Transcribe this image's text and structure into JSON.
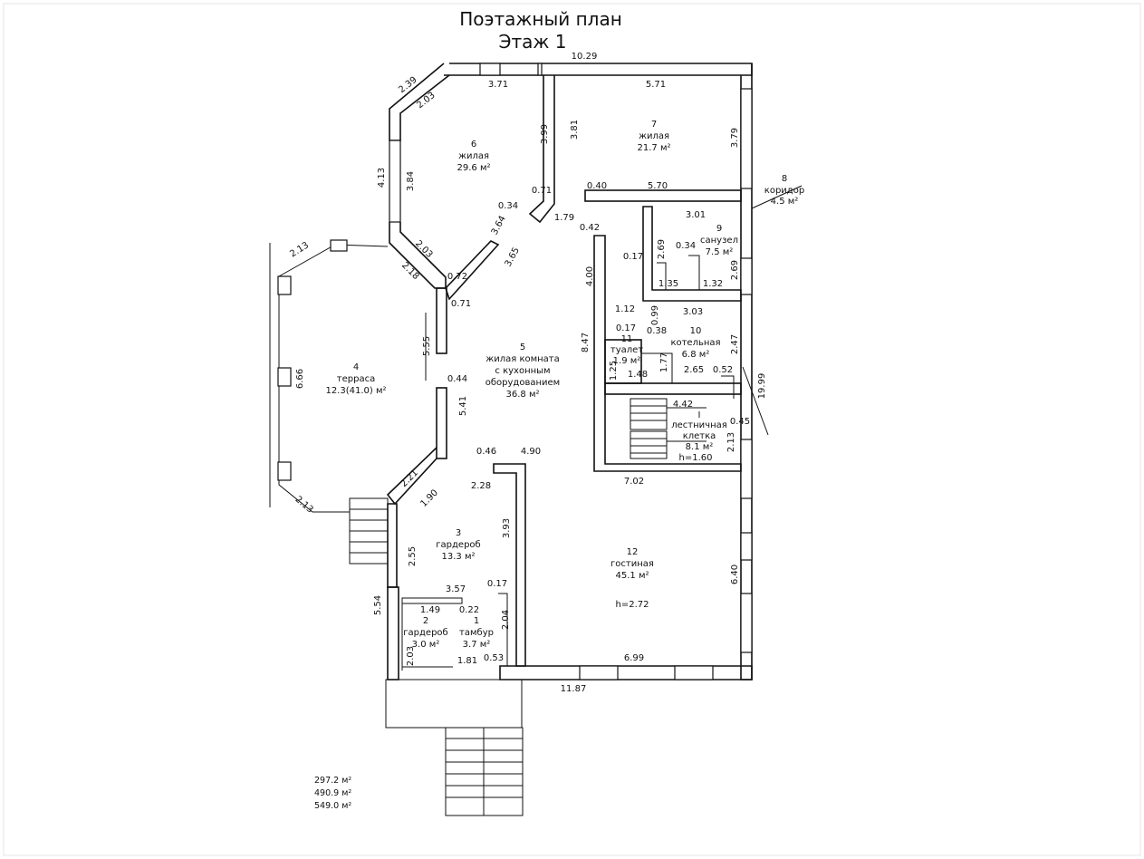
{
  "header": {
    "title_line1": "Поэтажный план",
    "title_line2": "Этаж  1"
  },
  "rooms": [
    {
      "id": "1",
      "lines": [
        "1",
        "тамбур",
        "3.7 м²"
      ]
    },
    {
      "id": "2",
      "lines": [
        "2",
        "гардероб",
        "3.0 м²"
      ]
    },
    {
      "id": "3",
      "lines": [
        "3",
        "гардероб",
        "13.3 м²"
      ]
    },
    {
      "id": "4",
      "lines": [
        "4",
        "терраса",
        "12.3(41.0)  м²"
      ]
    },
    {
      "id": "5",
      "lines": [
        "5",
        "жилая комната",
        "с кухонным",
        "оборудованием",
        "36.8 м²"
      ]
    },
    {
      "id": "6",
      "lines": [
        "6",
        "жилая",
        "29.6 м²"
      ]
    },
    {
      "id": "7",
      "lines": [
        "7",
        "жилая",
        "21.7 м²"
      ]
    },
    {
      "id": "8",
      "lines": [
        "8",
        "коридор",
        "4.5 м²"
      ]
    },
    {
      "id": "9",
      "lines": [
        "9",
        "санузел",
        "7.5 м²"
      ]
    },
    {
      "id": "10",
      "lines": [
        "10",
        "котельная",
        "6.8 м²"
      ]
    },
    {
      "id": "11",
      "lines": [
        "11",
        "туалет",
        "1.9 м²"
      ]
    },
    {
      "id": "stair",
      "lines": [
        "I",
        "лестничная",
        "клетка",
        "8.1 м²"
      ]
    },
    {
      "id": "12",
      "lines": [
        "12",
        "гостиная",
        "45.1 м²"
      ]
    }
  ],
  "heights": {
    "stair": "h=1.60",
    "living": "h=2.72"
  },
  "dimensions": [
    "10.29",
    "3.71",
    "5.71",
    "3.99",
    "3.81",
    "3.79",
    "2.39",
    "2.03",
    "4.13",
    "3.84",
    "0.71",
    "0.34",
    "3.64",
    "1.79",
    "0.40",
    "5.70",
    "3.01",
    "0.42",
    "2.13",
    "2.03",
    "2.18",
    "3.65",
    "0.72",
    "0.71",
    "4.00",
    "2.69",
    "0.17",
    "0.34",
    "2.69",
    "1.35",
    "1.32",
    "1.12",
    "0.99",
    "3.03",
    "6.66",
    "5.55",
    "0.17",
    "0.38",
    "8.47",
    "2.47",
    "1.25",
    "1.48",
    "1.77",
    "2.65",
    "0.52",
    "19.99",
    "0.44",
    "5.41",
    "4.42",
    "0.45",
    "2.13",
    "0.46",
    "4.90",
    "7.02",
    "2.21",
    "1.90",
    "2.28",
    "2.13",
    "3.93",
    "2.55",
    "3.57",
    "0.17",
    "6.40",
    "1.49",
    "0.22",
    "5.54",
    "2.04",
    "2.03",
    "1.81",
    "0.53",
    "6.99",
    "11.87"
  ],
  "totals": [
    "297.2 м²",
    "490.9 м²",
    "549.0 м²"
  ]
}
